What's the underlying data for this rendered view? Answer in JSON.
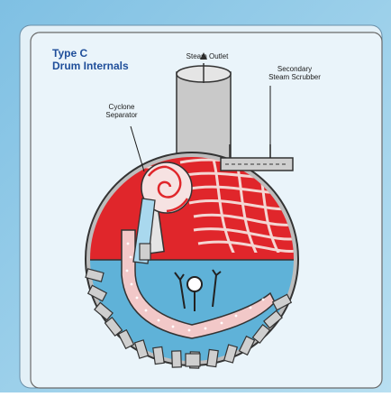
{
  "diagram": {
    "title_line1": "Type C",
    "title_line2": "Drum Internals",
    "labels": {
      "steam_outlet": "Steam Outlet",
      "secondary_scrubber_line1": "Secondary",
      "secondary_scrubber_line2": "Steam Scrubber",
      "cyclone_line1": "Cyclone",
      "cyclone_line2": "Separator"
    },
    "colors": {
      "outer_bg": "#8cc8e6",
      "panel_bg": "#ddeef7",
      "steam_red": "#e0262b",
      "water_blue": "#5fb2d8",
      "shell_gray": "#b9b9b9",
      "text_blue": "#1f4e9a"
    }
  }
}
